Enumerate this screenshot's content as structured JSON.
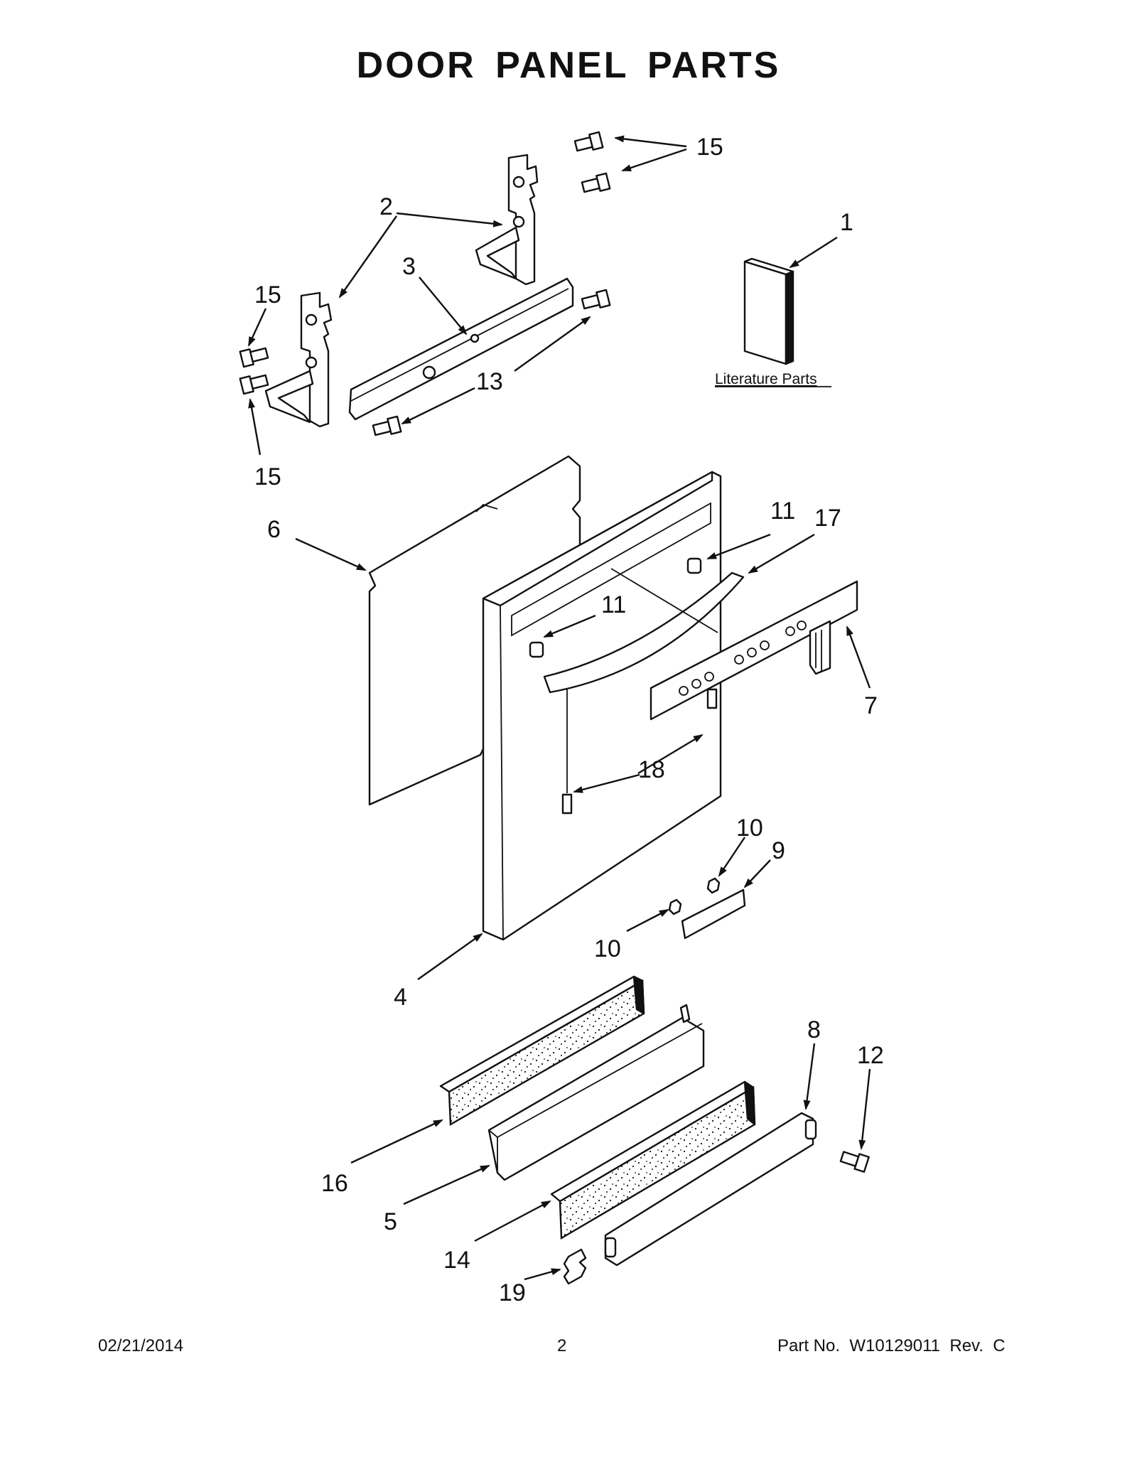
{
  "page": {
    "title": "DOOR PANEL PARTS",
    "literature_label": "Literature Parts",
    "footer": {
      "date": "02/21/2014",
      "page_number": "2",
      "part_no": "Part No.  W10129011  Rev.  C"
    }
  },
  "callouts": {
    "c1": "1",
    "c2": "2",
    "c3": "3",
    "c4": "4",
    "c5": "5",
    "c6": "6",
    "c7": "7",
    "c8": "8",
    "c9": "9",
    "c10a": "10",
    "c10b": "10",
    "c11a": "11",
    "c11b": "11",
    "c12": "12",
    "c13": "13",
    "c14": "14",
    "c15a": "15",
    "c15b": "15",
    "c15c": "15",
    "c16": "16",
    "c17": "17",
    "c18": "18",
    "c19": "19"
  }
}
